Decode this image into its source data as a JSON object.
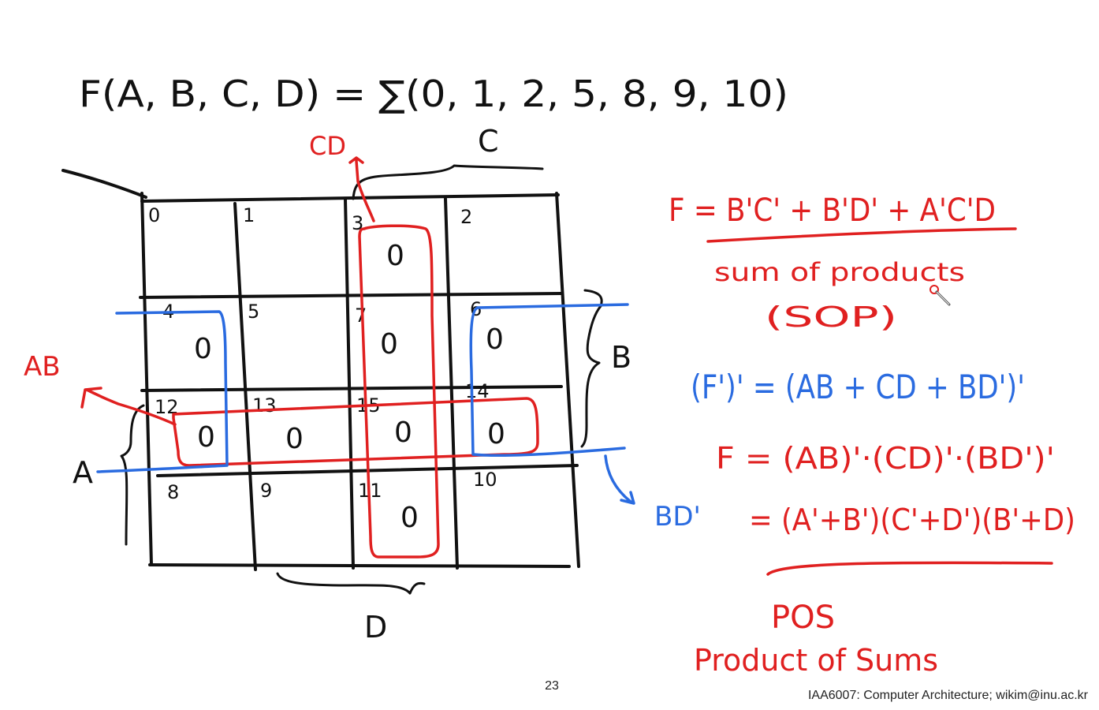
{
  "slide": {
    "function_def": "F(A, B, C, D) = ∑(0, 1, 2, 5, 8, 9, 10)",
    "kmap": {
      "col_group_label": "C",
      "row_group_label_B": "B",
      "row_group_label_A": "A",
      "bottom_label": "D",
      "cd_label": "CD",
      "ab_label": "AB",
      "cells": [
        {
          "index": "0",
          "value": ""
        },
        {
          "index": "1",
          "value": ""
        },
        {
          "index": "3",
          "value": "0"
        },
        {
          "index": "2",
          "value": ""
        },
        {
          "index": "4",
          "value": "0"
        },
        {
          "index": "5",
          "value": ""
        },
        {
          "index": "7",
          "value": "0"
        },
        {
          "index": "6",
          "value": "0"
        },
        {
          "index": "12",
          "value": "0"
        },
        {
          "index": "13",
          "value": "0"
        },
        {
          "index": "15",
          "value": "0"
        },
        {
          "index": "14",
          "value": "0"
        },
        {
          "index": "8",
          "value": ""
        },
        {
          "index": "9",
          "value": ""
        },
        {
          "index": "11",
          "value": "0"
        },
        {
          "index": "10",
          "value": ""
        }
      ],
      "bd_label": "BD'"
    },
    "equations": {
      "sop_eq": "F = B'C' + B'D' + A'C'D",
      "sop_note_1": "sum of products",
      "sop_note_2": "(SOP)",
      "complement_eq": "(F')' = (AB + CD + BD')'",
      "pos_eq_1": "F = (AB)'·(CD)'·(BD')'",
      "pos_eq_2": "= (A'+B')(C'+D')(B'+D)",
      "pos_note_1": "POS",
      "pos_note_2": "Product of Sums"
    },
    "page_number": "23",
    "footer": "IAA6007: Computer Architecture; wikim@inu.ac.kr",
    "colors": {
      "black": "#111111",
      "red": "#e02020",
      "blue": "#2a6be0"
    }
  }
}
